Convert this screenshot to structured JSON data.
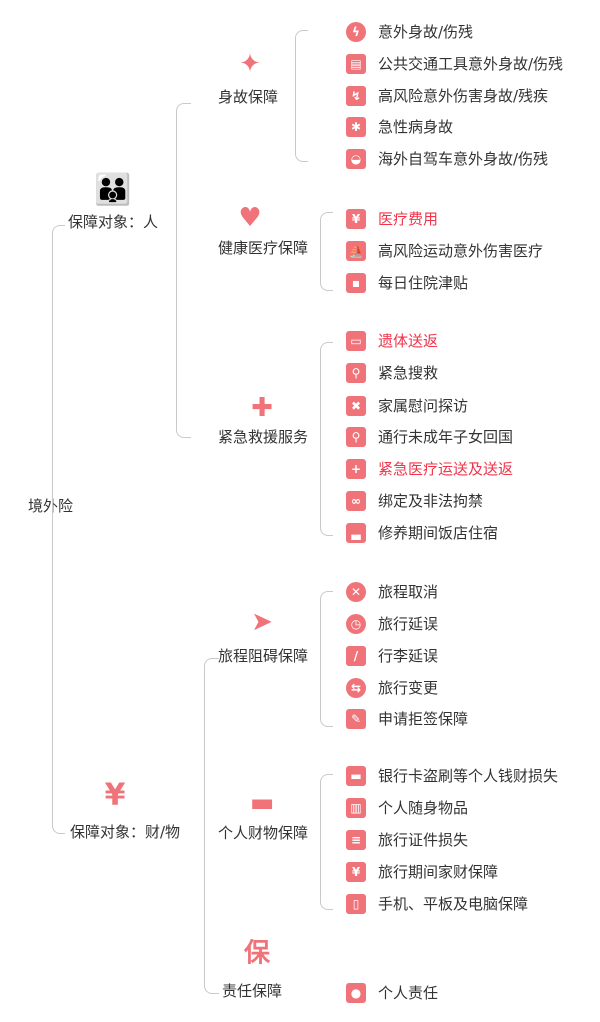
{
  "root": "境外险",
  "accent": "#f0737a",
  "highlight": "#f0344a",
  "branches": [
    {
      "label": "保障对象：人",
      "icon": "people-icon",
      "children": [
        {
          "label": "身故保障",
          "icon": "angel-icon",
          "items": [
            {
              "label": "意外身故/伤残",
              "icon": "drop-bolt-icon"
            },
            {
              "label": "公共交通工具意外身故/伤残",
              "icon": "train-icon"
            },
            {
              "label": "高风险意外伤害身故/残疾",
              "icon": "injured-person-icon"
            },
            {
              "label": "急性病身故",
              "icon": "bug-icon"
            },
            {
              "label": "海外自驾车意外身故/伤残",
              "icon": "car-icon"
            }
          ]
        },
        {
          "label": "健康医疗保障",
          "icon": "heartbeat-icon",
          "items": [
            {
              "label": "医疗费用",
              "icon": "medical-bill-icon",
              "highlight": true
            },
            {
              "label": "高风险运动意外伤害医疗",
              "icon": "windsurf-icon"
            },
            {
              "label": "每日住院津贴",
              "icon": "wallet-icon"
            }
          ]
        },
        {
          "label": "紧急救援服务",
          "icon": "ambulance-icon",
          "items": [
            {
              "label": "遗体送返",
              "icon": "truck-icon",
              "highlight": true
            },
            {
              "label": "紧急搜救",
              "icon": "location-people-icon"
            },
            {
              "label": "家属慰问探访",
              "icon": "handshake-icon"
            },
            {
              "label": "通行未成年子女回国",
              "icon": "person-pin-icon"
            },
            {
              "label": "紧急医疗运送及送返",
              "icon": "ambulance-small-icon",
              "highlight": true
            },
            {
              "label": "绑定及非法拘禁",
              "icon": "chain-link-icon"
            },
            {
              "label": "修养期间饭店住宿",
              "icon": "bed-icon"
            }
          ]
        }
      ]
    },
    {
      "label": "保障对象：财/物",
      "icon": "money-bag-icon",
      "children": [
        {
          "label": "旅程阻碍保障",
          "icon": "paper-plane-icon",
          "items": [
            {
              "label": "旅程取消",
              "icon": "cancel-circle-icon"
            },
            {
              "label": "旅行延误",
              "icon": "clock-icon"
            },
            {
              "label": "行李延误",
              "icon": "luggage-slash-icon"
            },
            {
              "label": "旅行变更",
              "icon": "swap-icon"
            },
            {
              "label": "申请拒签保障",
              "icon": "edit-document-icon"
            }
          ]
        },
        {
          "label": "个人财物保障",
          "icon": "wallet-card-icon",
          "items": [
            {
              "label": "银行卡盗刷等个人钱财损失",
              "icon": "bank-card-icon"
            },
            {
              "label": "个人随身物品",
              "icon": "suitcase-icon"
            },
            {
              "label": "旅行证件损失",
              "icon": "id-card-icon"
            },
            {
              "label": "旅行期间家财保障",
              "icon": "money-bag-small-icon"
            },
            {
              "label": "手机、平板及电脑保障",
              "icon": "tablet-icon"
            }
          ]
        },
        {
          "label": "责任保障",
          "icon": "shield-bao-icon",
          "items": [
            {
              "label": "个人责任",
              "icon": "person-icon"
            }
          ]
        }
      ]
    }
  ]
}
